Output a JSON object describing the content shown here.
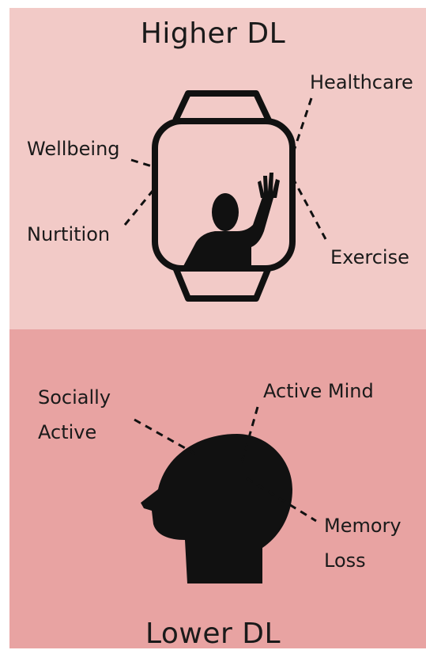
{
  "top": {
    "title": "Higher DL",
    "labels": {
      "healthcare": "Healthcare",
      "wellbeing": "Wellbeing",
      "nutrition": "Nurtition",
      "exercise": "Exercise"
    }
  },
  "bottom": {
    "title": "Lower DL",
    "labels": {
      "socially_line1": "Socially",
      "socially_line2": "Active",
      "active_mind": "Active Mind",
      "memory_line1": "Memory",
      "memory_line2": "Loss"
    }
  },
  "colors": {
    "top_bg": "#f2cac7",
    "bottom_bg": "#e8a3a2",
    "ink": "#111111"
  },
  "icons": {
    "top": "smartwatch-with-waving-person-icon",
    "bottom": "human-head-profile-icon"
  }
}
